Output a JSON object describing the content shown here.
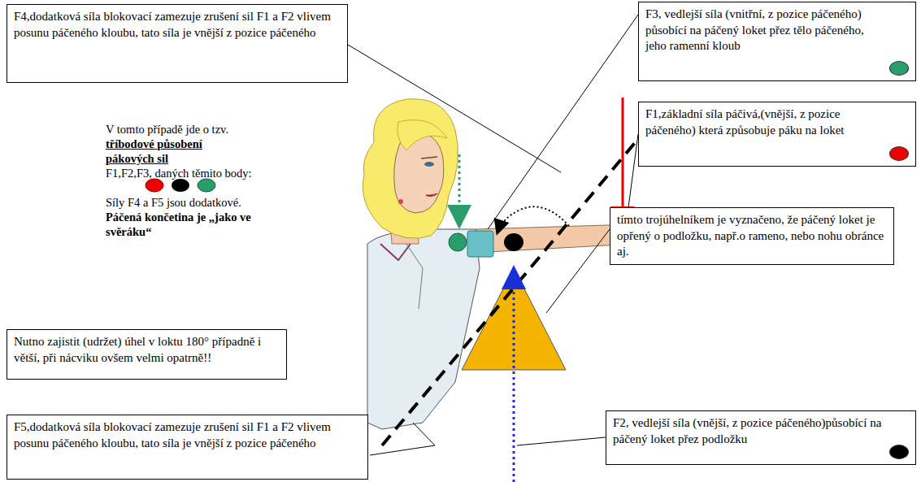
{
  "diagram": {
    "nodes": [
      {
        "text": [
          "F4,dodatková síla blokovací zamezuje zrušení sil F1 a F2 vlivem posunu páčeného kloubu, tato síla je vnější z pozice páčeného"
        ]
      },
      {
        "text": [
          "F3, vedlejší síla (vnitřní, z pozice páčeného) působící na páčený loket přez tělo páčeného, jeho ramenní kloub"
        ]
      },
      {
        "text": [
          "F1,základní síla páčivá,(vnější, z pozice páčeného) která způsobuje páku na loket"
        ]
      },
      {
        "text": [
          "tímto trojúhelníkem je vyznačeno, že páčený loket je opřený o podložku, např.o rameno, nebo nohu obránce aj."
        ]
      },
      {
        "text": [
          "Nutno zajistit (udržet) úhel v loktu 180° případně i větší, při nácviku ovšem velmi opatrně!!"
        ]
      },
      {
        "text": [
          "F5,dodatková síla blokovací zamezuje zrušení sil F1 a F2 vlivem posunu páčeného kloubu, tato síla je vnější z pozice páčeného"
        ]
      },
      {
        "text": [
          "F2, vedlejší síla (vnější, z pozice páčeného)působící na páčený loket přez podložku"
        ]
      }
    ],
    "labels": [
      "V tomto případě jde o tzv.",
      "tříbodové působení pákových sil",
      "F1,F2,F3, daných těmito body:",
      "Síly F4 a F5 jsou dodatkové.",
      "Páčená končetina je „jako ve svěráku“"
    ]
  }
}
